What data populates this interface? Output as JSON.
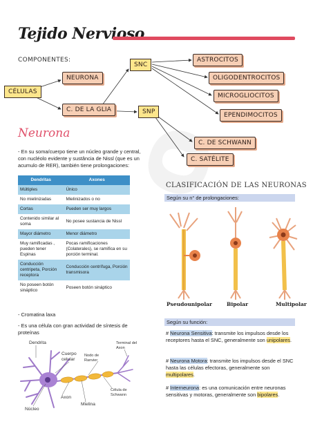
{
  "title": "Tejido Nervioso",
  "components_label": "Componentes:",
  "concept_map": {
    "celulas": "Células",
    "neurona": "Neurona",
    "glia": "C. de la glia",
    "snc": "SNC",
    "snp": "SNP",
    "astrocitos": "Astrocitos",
    "oligodendrocitos": "Oligodentrocitos",
    "microgliocitos": "Microgliocitos",
    "ependimocitos": "Ependimocitos",
    "schwann": "C. de Schwann",
    "satelite": "C. satélite"
  },
  "neurona_heading": "Neurona",
  "neurona_intro": "- En su soma/cuerpo tiene un núcleo grande y central, con nucléolo evidente y sustância de Nissl (que es un acumulo de RER), también tiene prolongaciones:",
  "table": {
    "headers": [
      "Dendritas",
      "Axones"
    ],
    "rows": [
      [
        "Múltiples",
        "Único"
      ],
      [
        "No mielinizadas",
        "Mielinizados o no"
      ],
      [
        "Cortas",
        "Pueden ser muy largos"
      ],
      [
        "Contenido similar al soma",
        "No posee sustancia de Nissl"
      ],
      [
        "Mayor diámetro",
        "Menor diámetro"
      ],
      [
        "Muy ramificadas , pueden tener Espinas",
        "Pocas ramificaciones (Colaterales), se ramifica en su porción terminal."
      ],
      [
        "Conducción centripeta, Porción receptora",
        "Conducción centrífuga, Porción transmisora"
      ],
      [
        "No poseen botón sináptico",
        "Poseen botón sináptico"
      ]
    ]
  },
  "bullet_cromatina": "- Cromatina laxa",
  "bullet_celula": "- Es una célula con gran actividad de síntesis de proteínas",
  "neuron_diagram_labels": {
    "dendrita": "Dendrita",
    "cuerpo": "Cuerpo celular",
    "nodo": "Nodo de Ranvier",
    "terminal": "Terminal del Axon",
    "axon": "Axon",
    "schwann": "Célula de Schwann",
    "mielina": "Mielina",
    "nucleo": "Núcleo"
  },
  "classification_title": "Clasificación de las neuronas",
  "by_prolongations": "Según su n° de prolongaciones:",
  "neuron_types": [
    "Pseudounipolar",
    "Bipolar",
    "Multipolar"
  ],
  "by_function": "Según su función:",
  "functions": [
    {
      "prefix": "# ",
      "name": "Neurona Sensitiva",
      "text": ": transmite los impulsos desde los receptores hasta el SNC, generalmente son ",
      "kind": "unipolares",
      "end": "."
    },
    {
      "prefix": "# ",
      "name": "Neurona Motora",
      "text": ": transmite los impulsos desde el SNC hasta las células efectoras, generalmente son ",
      "kind": "multipolares",
      "end": "."
    },
    {
      "prefix": "# ",
      "name": "Interneurona",
      "text": ": es una comunicación entre neuronas sensitivas y motoras, generalmente son ",
      "kind": "bipolares",
      "end": "."
    }
  ],
  "colors": {
    "accent_pink": "#e04a5f",
    "highlight_yellow": "#fde68c",
    "table_header": "#3d8fc7",
    "table_row": "#a9d4ea",
    "highlight_blue": "#c6d9f0"
  }
}
